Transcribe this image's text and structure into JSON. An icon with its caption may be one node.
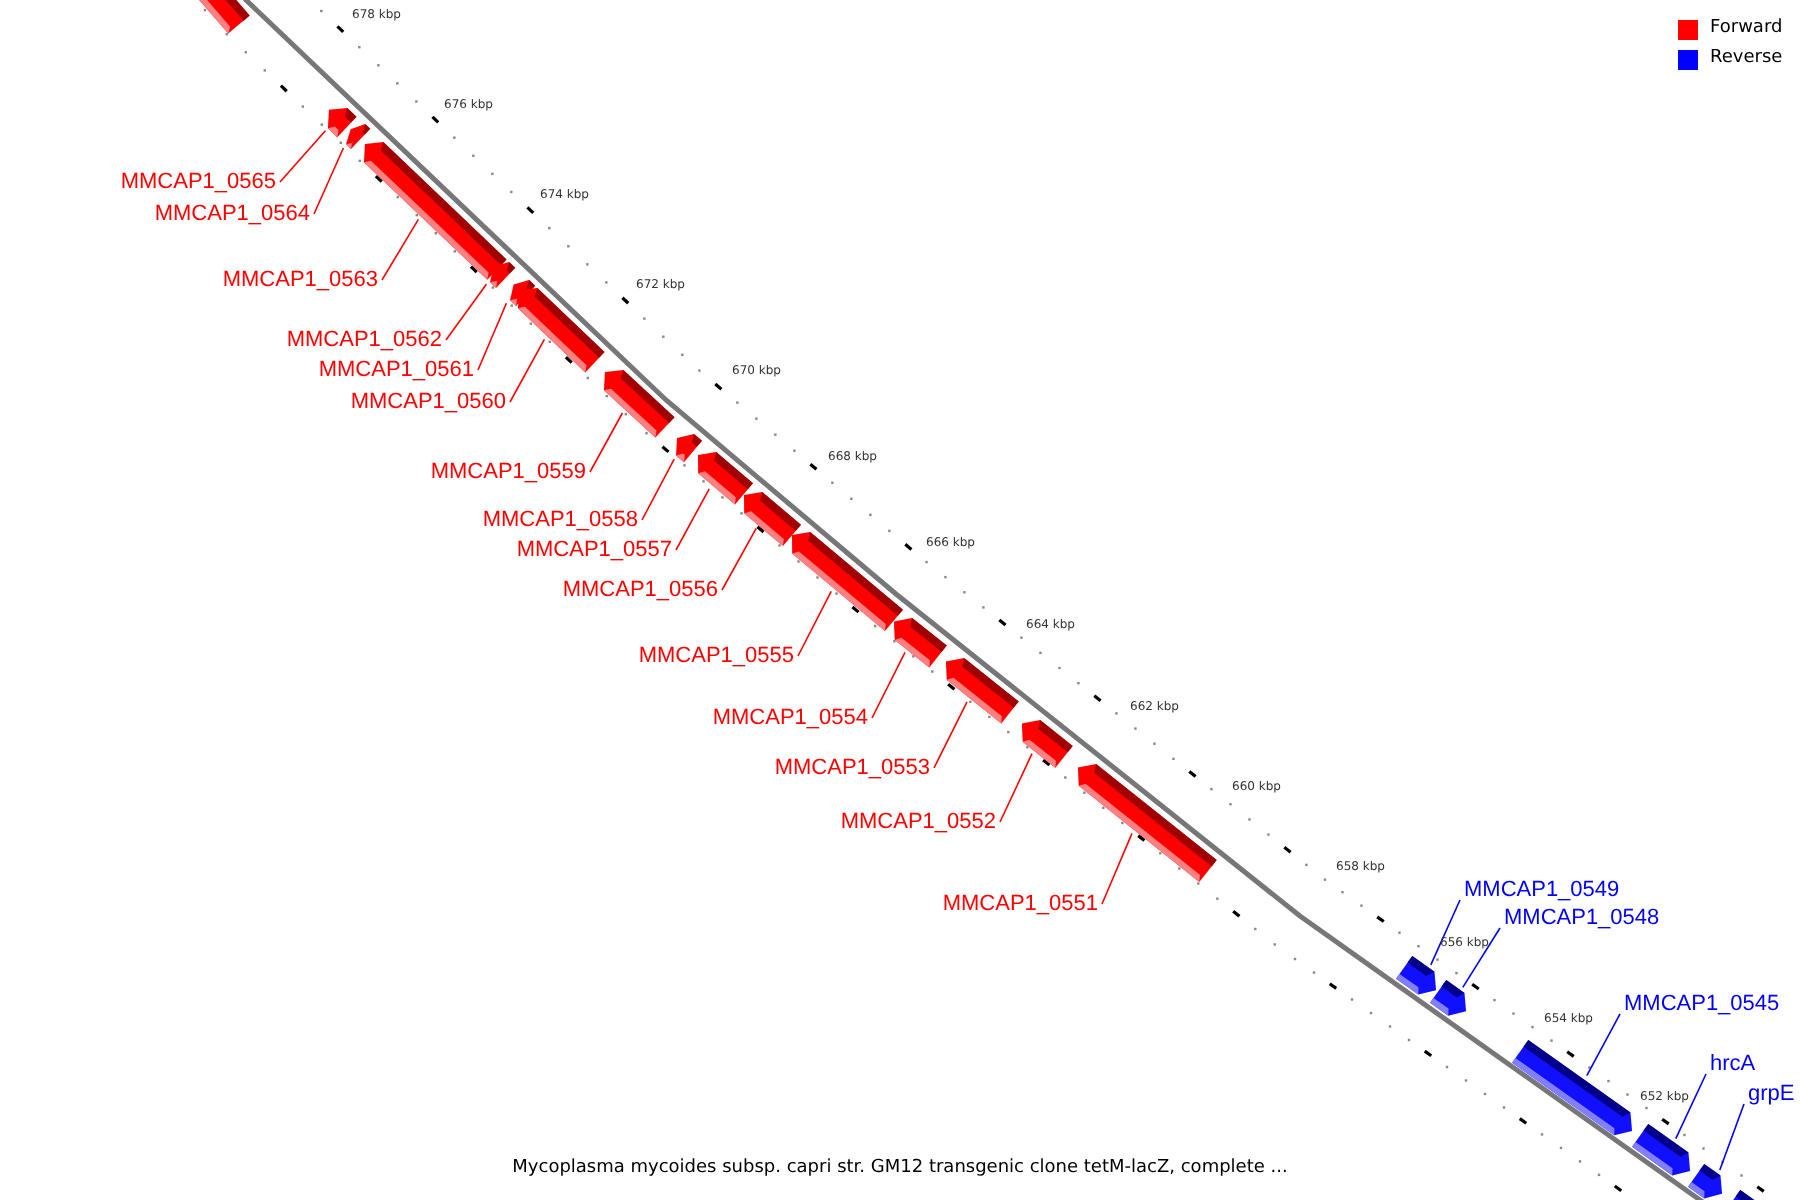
{
  "diagram": {
    "caption": "Mycoplasma mycoides subsp. capri str. GM12 transgenic clone tetM-lacZ, complete ...",
    "nodes": [
      {
        "text": [],
        "shape": "arrow"
      },
      {
        "text": [
          "MMCAP1_0565"
        ]
      },
      {
        "text": [],
        "shape": "arrow"
      },
      {
        "text": [
          "MMCAP1_0564"
        ]
      },
      {
        "text": [],
        "shape": "arrow"
      },
      {
        "text": [
          "MMCAP1_0563"
        ]
      },
      {
        "text": [],
        "shape": "arrow"
      },
      {
        "text": [
          "MMCAP1_0562"
        ]
      },
      {
        "text": [],
        "shape": "arrow"
      },
      {
        "text": [
          "MMCAP1_0561"
        ]
      },
      {
        "text": [],
        "shape": "arrow"
      },
      {
        "text": [
          "MMCAP1_0560"
        ]
      },
      {
        "text": [],
        "shape": "arrow"
      },
      {
        "text": [
          "MMCAP1_0559"
        ]
      },
      {
        "text": [],
        "shape": "arrow"
      },
      {
        "text": [
          "MMCAP1_0558"
        ]
      },
      {
        "text": [],
        "shape": "arrow"
      },
      {
        "text": [
          "MMCAP1_0557"
        ]
      },
      {
        "text": [],
        "shape": "arrow"
      },
      {
        "text": [
          "MMCAP1_0556"
        ]
      },
      {
        "text": [],
        "shape": "arrow"
      },
      {
        "text": [
          "MMCAP1_0555"
        ]
      },
      {
        "text": [],
        "shape": "arrow"
      },
      {
        "text": [
          "MMCAP1_0554"
        ]
      },
      {
        "text": [],
        "shape": "arrow"
      },
      {
        "text": [
          "MMCAP1_0553"
        ]
      },
      {
        "text": [],
        "shape": "arrow"
      },
      {
        "text": [
          "MMCAP1_0552"
        ]
      },
      {
        "text": [],
        "shape": "arrow"
      },
      {
        "text": [
          "MMCAP1_0551"
        ]
      },
      {
        "text": [],
        "shape": "arrow"
      },
      {
        "text": [
          "MMCAP1_0549"
        ]
      },
      {
        "text": [],
        "shape": "arrow"
      },
      {
        "text": [
          "MMCAP1_0548"
        ]
      },
      {
        "text": [],
        "shape": "arrow"
      },
      {
        "text": [
          "MMCAP1_0545"
        ]
      },
      {
        "text": [],
        "shape": "arrow"
      },
      {
        "text": [
          "hrcA"
        ]
      },
      {
        "text": [],
        "shape": "arrow"
      },
      {
        "text": [
          "grpE"
        ]
      },
      {
        "text": [],
        "shape": "arrow"
      },
      {
        "text": [],
        "shape": "arrow"
      }
    ],
    "edges": [
      {
        "from": 1,
        "to": 2,
        "arrow": "none"
      },
      {
        "from": 3,
        "to": 4,
        "arrow": "none"
      },
      {
        "from": 5,
        "to": 6,
        "arrow": "none"
      },
      {
        "from": 7,
        "to": 8,
        "arrow": "none"
      },
      {
        "from": 9,
        "to": 10,
        "arrow": "none"
      },
      {
        "from": 11,
        "to": 12,
        "arrow": "none"
      },
      {
        "from": 13,
        "to": 14,
        "arrow": "none"
      },
      {
        "from": 15,
        "to": 16,
        "arrow": "none"
      },
      {
        "from": 17,
        "to": 18,
        "arrow": "none"
      },
      {
        "from": 19,
        "to": 20,
        "arrow": "none"
      },
      {
        "from": 21,
        "to": 22,
        "arrow": "none"
      },
      {
        "from": 23,
        "to": 24,
        "arrow": "none"
      },
      {
        "from": 25,
        "to": 26,
        "arrow": "none"
      },
      {
        "from": 27,
        "to": 28,
        "arrow": "none"
      },
      {
        "from": 29,
        "to": 30,
        "arrow": "none"
      },
      {
        "from": 31,
        "to": 32,
        "arrow": "none",
        "color": "#0000ff"
      },
      {
        "from": 33,
        "to": 34,
        "arrow": "none",
        "color": "#0000ff"
      },
      {
        "from": 35,
        "to": 36,
        "arrow": "none",
        "color": "#0000ff"
      },
      {
        "from": 37,
        "to": 38,
        "arrow": "none",
        "color": "#0000ff"
      },
      {
        "from": 39,
        "to": 40,
        "arrow": "none",
        "color": "#0000ff"
      }
    ],
    "labels": [
      "678 kbp",
      "676 kbp",
      "674 kbp",
      "672 kbp",
      "670 kbp",
      "668 kbp",
      "666 kbp",
      "664 kbp",
      "662 kbp",
      "660 kbp",
      "658 kbp",
      "656 kbp",
      "654 kbp",
      "652 kbp"
    ],
    "legend": [
      {
        "text": "Forward",
        "color": "#ff0000"
      },
      {
        "text": "Reverse",
        "color": "#0000ff"
      }
    ]
  }
}
